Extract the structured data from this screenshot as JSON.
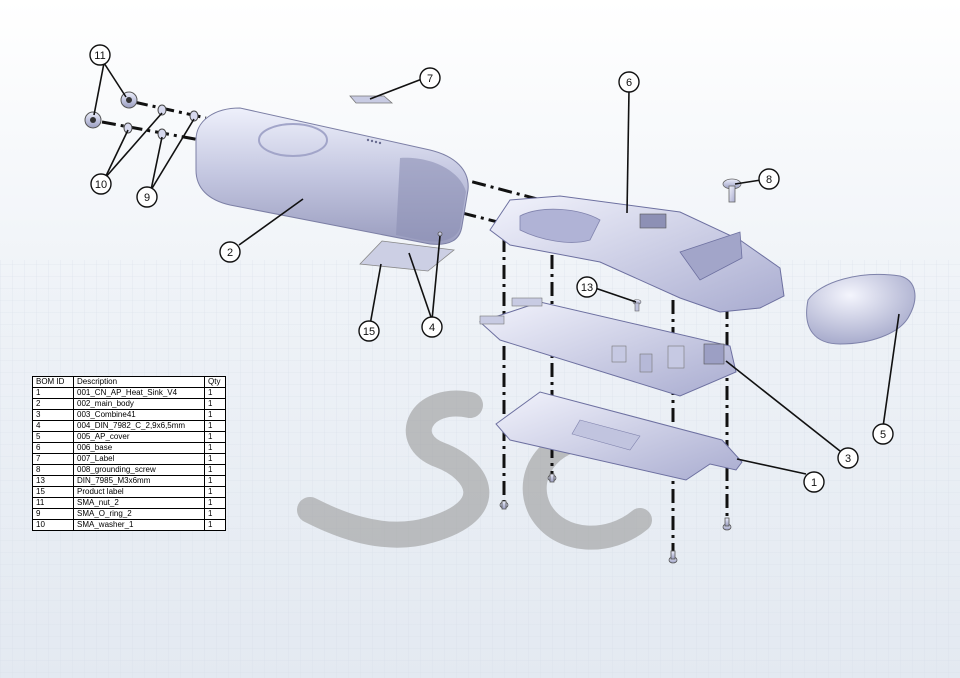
{
  "callouts": [
    "1",
    "2",
    "3",
    "4",
    "4",
    "5",
    "6",
    "7",
    "8",
    "9",
    "9",
    "10",
    "10",
    "11",
    "11",
    "13",
    "15"
  ],
  "bom": {
    "headers": [
      "BOM ID",
      "Description",
      "Qty"
    ],
    "rows": [
      [
        "1",
        "001_CN_AP_Heat_Sink_V4",
        "1"
      ],
      [
        "2",
        "002_main_body",
        "1"
      ],
      [
        "3",
        "003_Combine41",
        "1"
      ],
      [
        "4",
        "004_DIN_7982_C_2,9x6,5mm",
        "1"
      ],
      [
        "5",
        "005_AP_cover",
        "1"
      ],
      [
        "6",
        "006_base",
        "1"
      ],
      [
        "7",
        "007_Label",
        "1"
      ],
      [
        "8",
        "008_grounding_screw",
        "1"
      ],
      [
        "13",
        "DIN_7985_M3x6mm",
        "1"
      ],
      [
        "15",
        "Product label",
        "1"
      ],
      [
        "11",
        "SMA_nut_2",
        "1"
      ],
      [
        "9",
        "SMA_O_ring_2",
        "1"
      ],
      [
        "10",
        "SMA_washer_1",
        "1"
      ]
    ]
  }
}
